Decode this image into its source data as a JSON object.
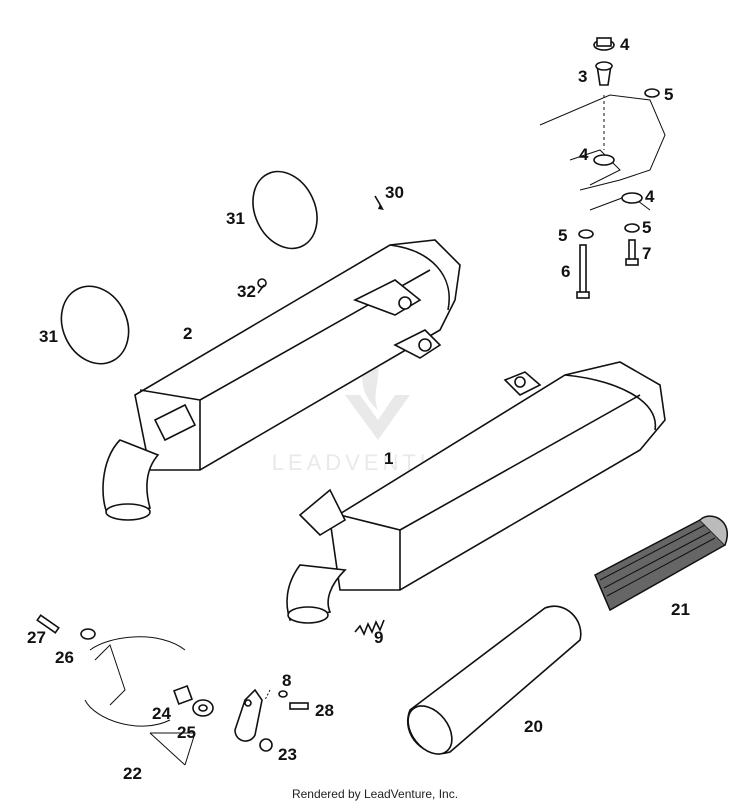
{
  "callouts": {
    "c1": "1",
    "c2": "2",
    "c3": "3",
    "c4a": "4",
    "c4b": "4",
    "c4c": "4",
    "c5a": "5",
    "c5b": "5",
    "c5c": "5",
    "c6": "6",
    "c7": "7",
    "c8": "8",
    "c9": "9",
    "c20": "20",
    "c21": "21",
    "c22": "22",
    "c23": "23",
    "c24": "24",
    "c25": "25",
    "c26": "26",
    "c27": "27",
    "c28": "28",
    "c30": "30",
    "c31a": "31",
    "c31b": "31",
    "c32": "32"
  },
  "watermark": "LEADVENTURE",
  "footer": "Rendered by LeadVenture, Inc."
}
